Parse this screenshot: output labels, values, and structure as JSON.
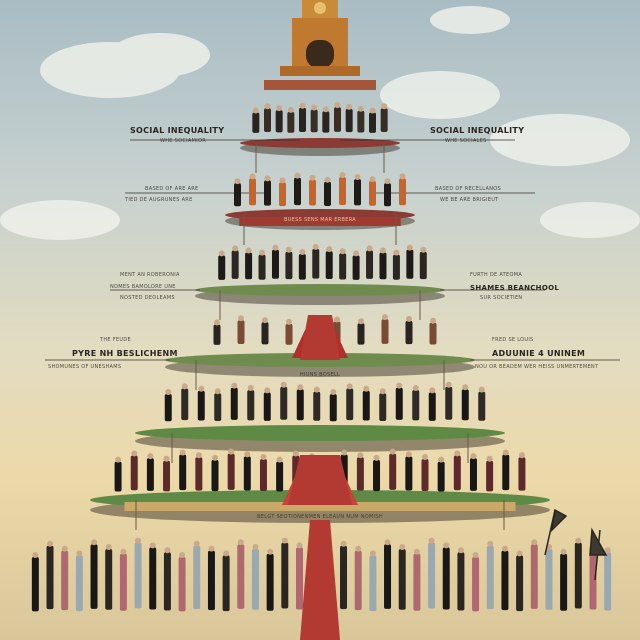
{
  "poster": {
    "labels": {
      "top_left_title": "SOCIAL INEQUALITY",
      "top_right_title": "SOCIAL INEQUALITY",
      "top_left_sub": "WHE SOCIAMIOR",
      "top_right_sub": "WHE SOCIALES",
      "tier2_left_a": "BASED OF ARE ARE",
      "tier2_left_b": "TIED DE AUGRUNES ARE",
      "tier2_right_a": "BASED OF RECELLANOS",
      "tier2_right_b": "WE BE ARE BRIGIEUT",
      "tier2_band": "BUESS SENS MAR ERBERA",
      "tier3_left_a": "MENT AN ROBERONIA",
      "tier3_left_b": "NOMES BAMOLORE UNE",
      "tier3_left_c": "NOSTED DEOLEAMS",
      "tier3_right_a": "FURTH DE ATEOMA",
      "tier3_right_b": "SHAMES BEANCHOOL",
      "tier3_right_c": "SUR SOCIETIEN",
      "tier4_left_a": "THE FEUDE",
      "tier4_left_b": "PYRE NH BESLICHENM",
      "tier4_left_c": "SHOMUNES OF UNESHAMS",
      "tier4_right_a": "FRED SE LOUIS",
      "tier4_right_b": "ADUUNIE 4 UNINEM",
      "tier4_right_c": "NOU OR BEADEM WER HEISS UNMERTEMENT",
      "tier5_band": "HIUNS BOSELL",
      "base_band": "BELGT SEOTIONENMEN ELEAUN NUM NOMISH"
    }
  }
}
